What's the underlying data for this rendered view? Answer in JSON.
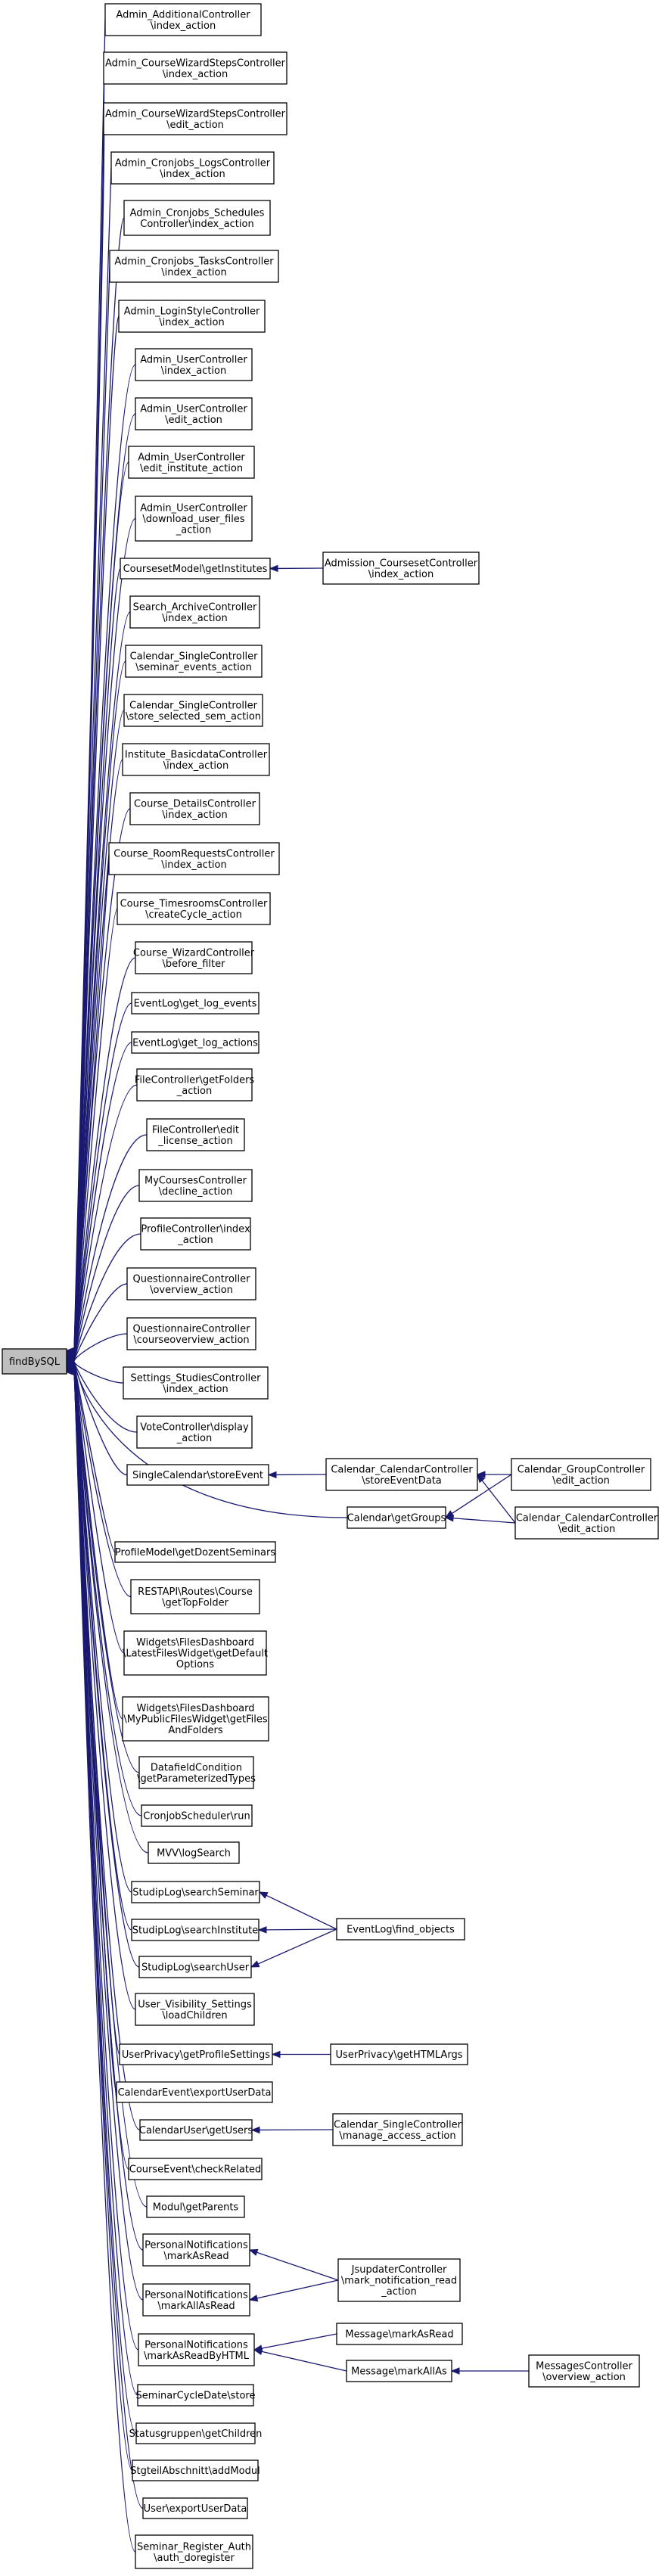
{
  "root": {
    "id": "findBySQL",
    "lines": [
      "findBySQL"
    ]
  },
  "nodes": [
    {
      "id": "n1",
      "lines": [
        "Admin_AdditionalController",
        "\\index_action"
      ]
    },
    {
      "id": "n2",
      "lines": [
        "Admin_CourseWizardStepsController",
        "\\index_action"
      ]
    },
    {
      "id": "n3",
      "lines": [
        "Admin_CourseWizardStepsController",
        "\\edit_action"
      ]
    },
    {
      "id": "n4",
      "lines": [
        "Admin_Cronjobs_LogsController",
        "\\index_action"
      ]
    },
    {
      "id": "n5",
      "lines": [
        "Admin_Cronjobs_Schedules",
        "Controller\\index_action"
      ]
    },
    {
      "id": "n6",
      "lines": [
        "Admin_Cronjobs_TasksController",
        "\\index_action"
      ]
    },
    {
      "id": "n7",
      "lines": [
        "Admin_LoginStyleController",
        "\\index_action"
      ]
    },
    {
      "id": "n8",
      "lines": [
        "Admin_UserController",
        "\\index_action"
      ]
    },
    {
      "id": "n9",
      "lines": [
        "Admin_UserController",
        "\\edit_action"
      ]
    },
    {
      "id": "n10",
      "lines": [
        "Admin_UserController",
        "\\edit_institute_action"
      ]
    },
    {
      "id": "n11",
      "lines": [
        "Admin_UserController",
        "\\download_user_files",
        "_action"
      ]
    },
    {
      "id": "n12",
      "lines": [
        "CoursesetModel\\getInstitutes"
      ]
    },
    {
      "id": "n13",
      "lines": [
        "Search_ArchiveController",
        "\\index_action"
      ]
    },
    {
      "id": "n14",
      "lines": [
        "Calendar_SingleController",
        "\\seminar_events_action"
      ]
    },
    {
      "id": "n15",
      "lines": [
        "Calendar_SingleController",
        "\\store_selected_sem_action"
      ]
    },
    {
      "id": "n16",
      "lines": [
        "Institute_BasicdataController",
        "\\index_action"
      ]
    },
    {
      "id": "n17",
      "lines": [
        "Course_DetailsController",
        "\\index_action"
      ]
    },
    {
      "id": "n18",
      "lines": [
        "Course_RoomRequestsController",
        "\\index_action"
      ]
    },
    {
      "id": "n19",
      "lines": [
        "Course_TimesroomsController",
        "\\createCycle_action"
      ]
    },
    {
      "id": "n20",
      "lines": [
        "Course_WizardController",
        "\\before_filter"
      ]
    },
    {
      "id": "n21",
      "lines": [
        "EventLog\\get_log_events"
      ]
    },
    {
      "id": "n22",
      "lines": [
        "EventLog\\get_log_actions"
      ]
    },
    {
      "id": "n23",
      "lines": [
        "FileController\\getFolders",
        "_action"
      ]
    },
    {
      "id": "n24",
      "lines": [
        "FileController\\edit",
        "_license_action"
      ]
    },
    {
      "id": "n25",
      "lines": [
        "MyCoursesController",
        "\\decline_action"
      ]
    },
    {
      "id": "n26",
      "lines": [
        "ProfileController\\index",
        "_action"
      ]
    },
    {
      "id": "n27",
      "lines": [
        "QuestionnaireController",
        "\\overview_action"
      ]
    },
    {
      "id": "n28",
      "lines": [
        "QuestionnaireController",
        "\\courseoverview_action"
      ]
    },
    {
      "id": "n29",
      "lines": [
        "Settings_StudiesController",
        "\\index_action"
      ]
    },
    {
      "id": "n30",
      "lines": [
        "VoteController\\display",
        "_action"
      ]
    },
    {
      "id": "n31",
      "lines": [
        "SingleCalendar\\storeEvent"
      ]
    },
    {
      "id": "n32",
      "lines": [
        "ProfileModel\\getDozentSeminars"
      ]
    },
    {
      "id": "n33",
      "lines": [
        "RESTAPI\\Routes\\Course",
        "\\getTopFolder"
      ]
    },
    {
      "id": "n34",
      "lines": [
        "Widgets\\FilesDashboard",
        "\\LatestFilesWidget\\getDefault",
        "Options"
      ]
    },
    {
      "id": "n35",
      "lines": [
        "Widgets\\FilesDashboard",
        "\\MyPublicFilesWidget\\getFiles",
        "AndFolders"
      ]
    },
    {
      "id": "n36",
      "lines": [
        "DatafieldCondition",
        "\\getParameterizedTypes"
      ]
    },
    {
      "id": "n37",
      "lines": [
        "CronjobScheduler\\run"
      ]
    },
    {
      "id": "n38",
      "lines": [
        "MVV\\logSearch"
      ]
    },
    {
      "id": "n39",
      "lines": [
        "StudipLog\\searchSeminar"
      ]
    },
    {
      "id": "n40",
      "lines": [
        "StudipLog\\searchInstitute"
      ]
    },
    {
      "id": "n41",
      "lines": [
        "StudipLog\\searchUser"
      ]
    },
    {
      "id": "n42",
      "lines": [
        "User_Visibility_Settings",
        "\\loadChildren"
      ]
    },
    {
      "id": "n43",
      "lines": [
        "UserPrivacy\\getProfileSettings"
      ]
    },
    {
      "id": "n44",
      "lines": [
        "CalendarEvent\\exportUserData"
      ]
    },
    {
      "id": "n45",
      "lines": [
        "CalendarUser\\getUsers"
      ]
    },
    {
      "id": "n46",
      "lines": [
        "CourseEvent\\checkRelated"
      ]
    },
    {
      "id": "n47",
      "lines": [
        "Modul\\getParents"
      ]
    },
    {
      "id": "n48",
      "lines": [
        "PersonalNotifications",
        "\\markAsRead"
      ]
    },
    {
      "id": "n49",
      "lines": [
        "PersonalNotifications",
        "\\markAllAsRead"
      ]
    },
    {
      "id": "n50",
      "lines": [
        "PersonalNotifications",
        "\\markAsReadByHTML"
      ]
    },
    {
      "id": "n51",
      "lines": [
        "SeminarCycleDate\\store"
      ]
    },
    {
      "id": "n52",
      "lines": [
        "Statusgruppen\\getChildren"
      ]
    },
    {
      "id": "n53",
      "lines": [
        "StgteilAbschnitt\\addModul"
      ]
    },
    {
      "id": "n54",
      "lines": [
        "User\\exportUserData"
      ]
    },
    {
      "id": "n55",
      "lines": [
        "Seminar_Register_Auth",
        "\\auth_doregister"
      ]
    },
    {
      "id": "c1",
      "lines": [
        "Admission_CoursesetController",
        "\\index_action"
      ]
    },
    {
      "id": "c2",
      "lines": [
        "Calendar_CalendarController",
        "\\storeEventData"
      ]
    },
    {
      "id": "c3",
      "lines": [
        "Calendar\\getGroups"
      ]
    },
    {
      "id": "c4",
      "lines": [
        "Calendar_GroupController",
        "\\edit_action"
      ]
    },
    {
      "id": "c5",
      "lines": [
        "Calendar_CalendarController",
        "\\edit_action"
      ]
    },
    {
      "id": "c6",
      "lines": [
        "EventLog\\find_objects"
      ]
    },
    {
      "id": "c7",
      "lines": [
        "UserPrivacy\\getHTMLArgs"
      ]
    },
    {
      "id": "c8",
      "lines": [
        "Calendar_SingleController",
        "\\manage_access_action"
      ]
    },
    {
      "id": "c9",
      "lines": [
        "JsupdaterController",
        "\\mark_notification_read",
        "_action"
      ]
    },
    {
      "id": "c10",
      "lines": [
        "Message\\markAsRead"
      ]
    },
    {
      "id": "c11",
      "lines": [
        "Message\\markAllAs"
      ]
    },
    {
      "id": "c12",
      "lines": [
        "MessagesController",
        "\\overview_action"
      ]
    }
  ],
  "edges": [
    {
      "from": "c1",
      "to": "n12"
    },
    {
      "from": "c2",
      "to": "n31"
    },
    {
      "from": "c4",
      "to": "c2"
    },
    {
      "from": "c5",
      "to": "c2"
    },
    {
      "from": "c4",
      "to": "c3"
    },
    {
      "from": "c5",
      "to": "c3"
    },
    {
      "from": "c6",
      "to": "n39"
    },
    {
      "from": "c6",
      "to": "n40"
    },
    {
      "from": "c6",
      "to": "n41"
    },
    {
      "from": "c7",
      "to": "n43"
    },
    {
      "from": "c8",
      "to": "n45"
    },
    {
      "from": "c9",
      "to": "n48"
    },
    {
      "from": "c9",
      "to": "n49"
    },
    {
      "from": "c10",
      "to": "n50"
    },
    {
      "from": "c11",
      "to": "n50"
    },
    {
      "from": "c12",
      "to": "c11"
    }
  ],
  "root_callers": [
    "n1",
    "n2",
    "n3",
    "n4",
    "n5",
    "n6",
    "n7",
    "n8",
    "n9",
    "n10",
    "n11",
    "n12",
    "n13",
    "n14",
    "n15",
    "n16",
    "n17",
    "n18",
    "n19",
    "n20",
    "n21",
    "n22",
    "n23",
    "n24",
    "n25",
    "n26",
    "n27",
    "n28",
    "n29",
    "n30",
    "n31",
    "c3",
    "n32",
    "n33",
    "n34",
    "n35",
    "n36",
    "n37",
    "n38",
    "n39",
    "n40",
    "n41",
    "n42",
    "n43",
    "n44",
    "n45",
    "n46",
    "n47",
    "n48",
    "n49",
    "n50",
    "n51",
    "n52",
    "n53",
    "n54",
    "n55"
  ]
}
